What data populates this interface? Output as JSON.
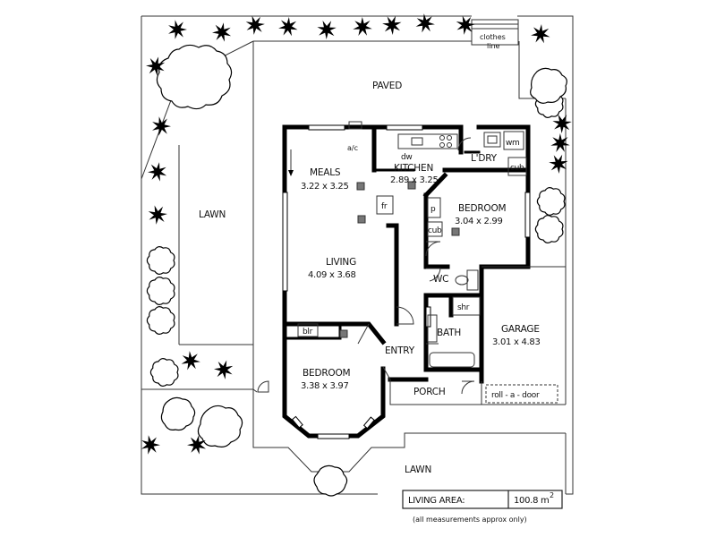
{
  "labels": {
    "paved": "PAVED",
    "lawn_left": "LAWN",
    "lawn_bottom": "LAWN",
    "clothes_line_1": "clothes",
    "clothes_line_2": "line",
    "porch": "PORCH",
    "entry": "ENTRY",
    "roll_a_door": "roll - a - door"
  },
  "rooms": {
    "meals": {
      "name": "MEALS",
      "size": "3.22 x 3.25"
    },
    "kitchen": {
      "name": "KITCHEN",
      "size": "2.89 x 3.25"
    },
    "laundry": {
      "name": "L'DRY"
    },
    "bedroom2": {
      "name": "BEDROOM",
      "size": "3.04 x 2.99"
    },
    "living": {
      "name": "LIVING",
      "size": "4.09 x 3.68"
    },
    "wc": {
      "name": "WC"
    },
    "bath": {
      "name": "BATH"
    },
    "garage": {
      "name": "GARAGE",
      "size": "3.01 x 4.83"
    },
    "bedroom1": {
      "name": "BEDROOM",
      "size": "3.38 x 3.97"
    }
  },
  "fixtures": {
    "ac": "a/c",
    "dw": "dw",
    "wm": "wm",
    "cub_laundry": "cub",
    "fr": "fr",
    "p": "p",
    "cub_bed": "cub",
    "shr": "shr",
    "blr": "blr"
  },
  "info": {
    "living_area_label": "LIVING AREA:",
    "living_area_value": "100.8 m",
    "living_area_unit_sup": "2",
    "note": "(all measurements approx only)"
  }
}
